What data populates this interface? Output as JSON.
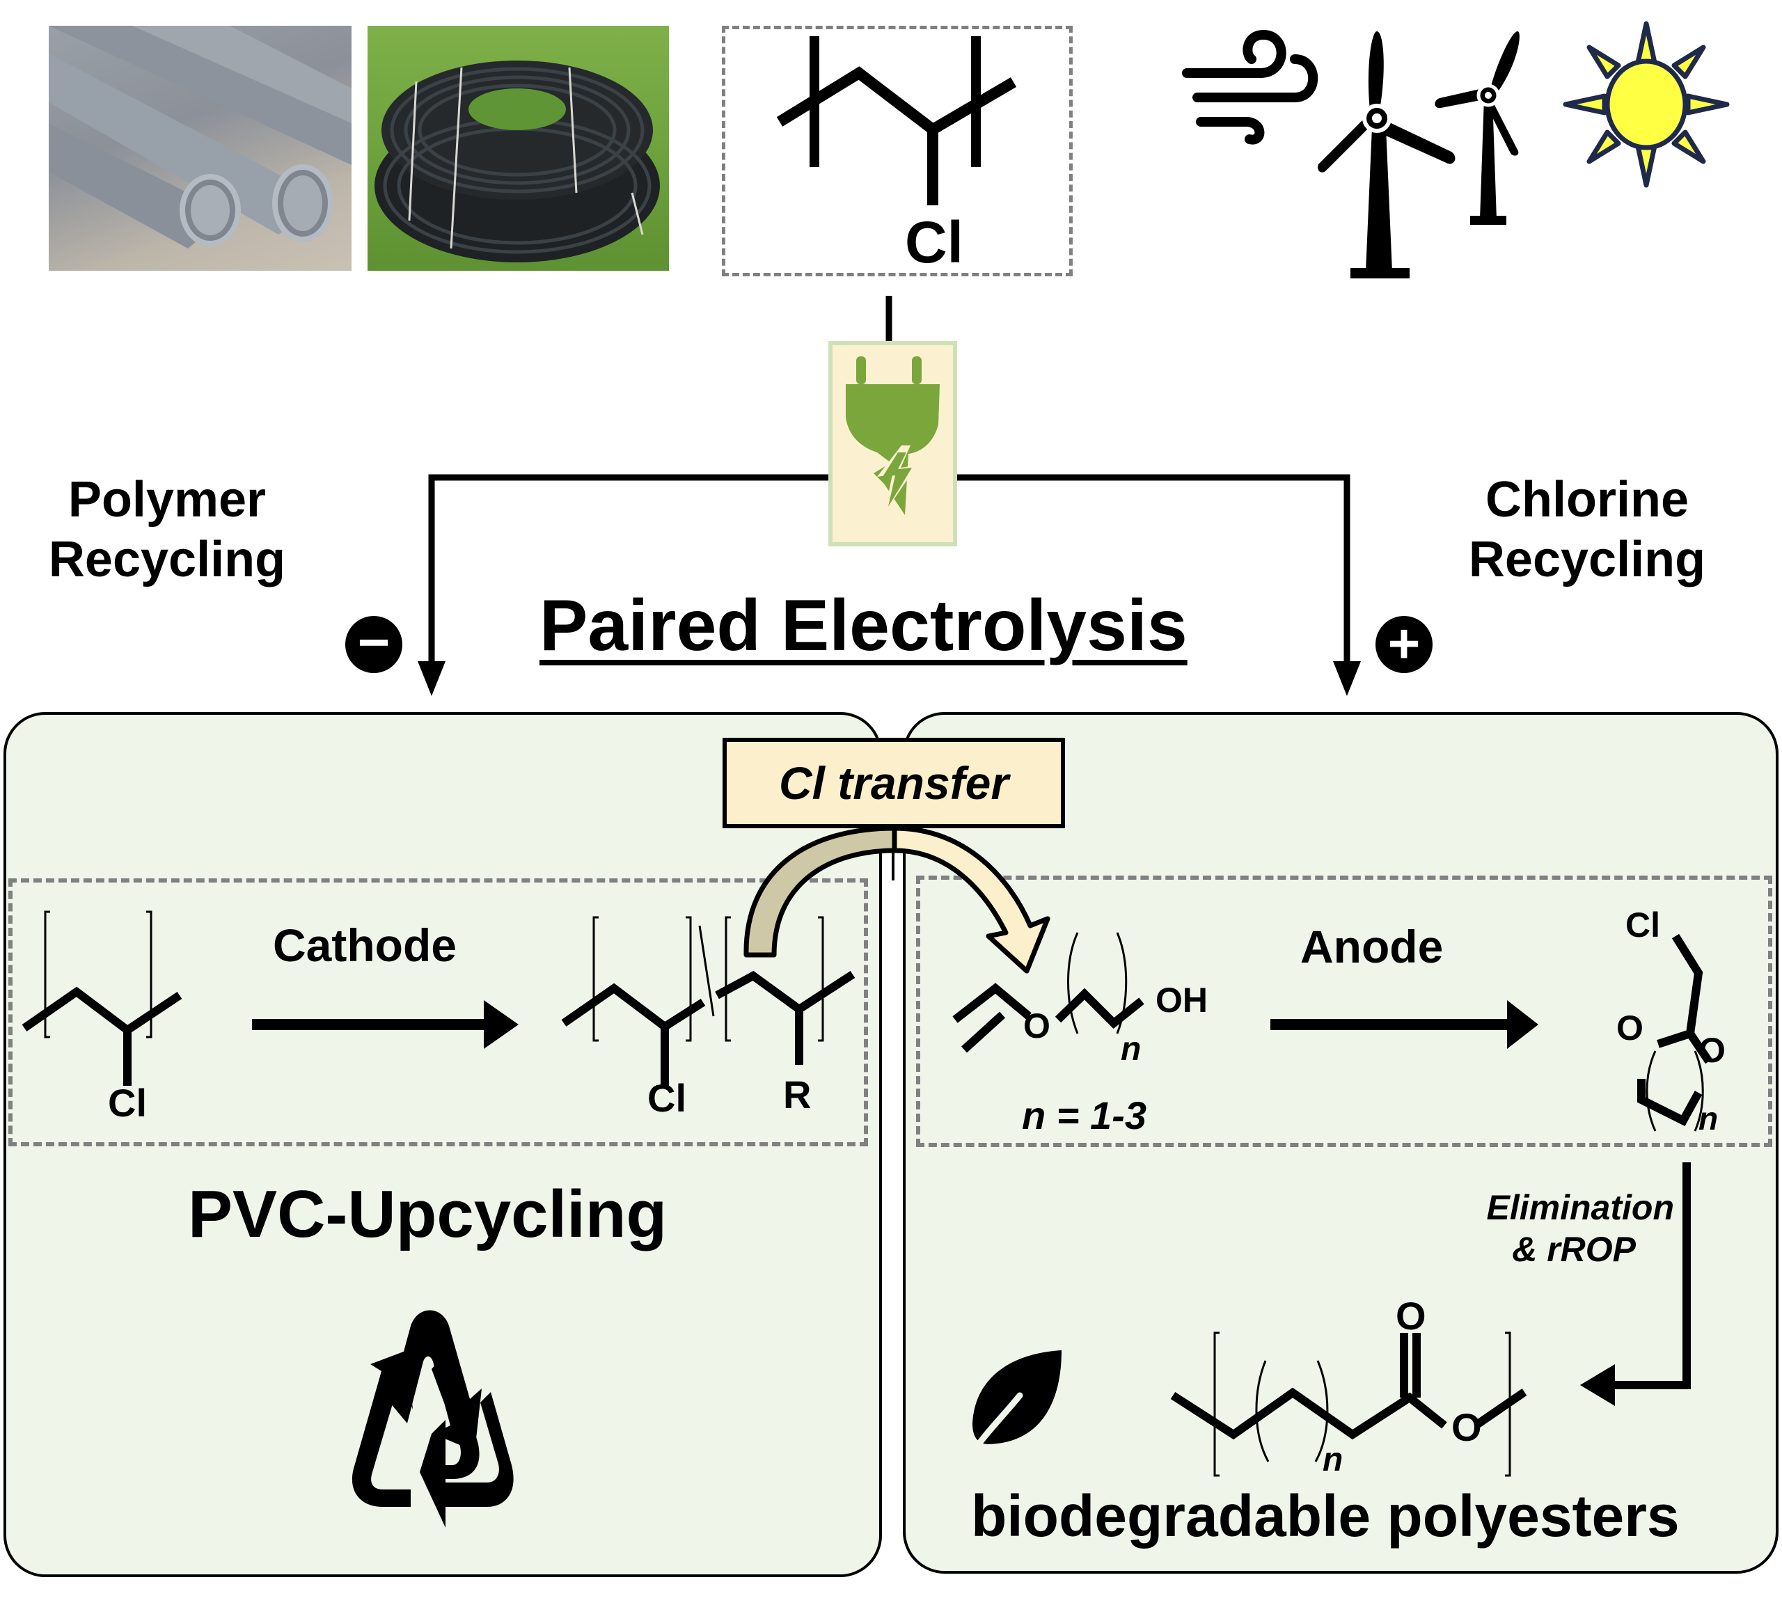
{
  "top": {
    "photos": [
      {
        "label": "PVC pipes photo",
        "subject": "grey-pvc-pipes"
      },
      {
        "label": "PE pipe coil photo",
        "subject": "black-pipe-coil-on-grass"
      }
    ],
    "monomer": {
      "substituent": "Cl"
    },
    "energy_icons": [
      "wind-icon",
      "wind-turbine-icon",
      "wind-turbine-icon",
      "sun-icon"
    ]
  },
  "center": {
    "title": "Paired Electrolysis",
    "power_icon": "plug-icon",
    "left_label": [
      "Polymer",
      "Recycling"
    ],
    "right_label": [
      "Chlorine",
      "Recycling"
    ],
    "minus_sign": "−",
    "plus_sign": "+"
  },
  "cl_transfer": {
    "label": "Cl transfer"
  },
  "left_panel": {
    "step_label": "Cathode",
    "reactant_sub": "Cl",
    "product_sub_1": "Cl",
    "product_sub_2": "R",
    "title": "PVC-Upcycling",
    "icon": "recycle-icon"
  },
  "right_panel": {
    "step_label": "Anode",
    "reactant_oh": "OH",
    "reactant_o": "O",
    "reactant_n": "n",
    "n_range": "n = 1-3",
    "product_cl": "Cl",
    "product_o1": "O",
    "product_o2": "O",
    "product_n": "n",
    "step2_line1": "Elimination",
    "step2_line2": "& rROP",
    "polymer_o_carbonyl": "O",
    "polymer_o_ester": "O",
    "polymer_n": "n",
    "title": "biodegradable polyesters",
    "icon": "leaf-icon"
  },
  "colors": {
    "panel_fill": "#f0f5ea",
    "label_box_fill": "#fbefcc",
    "plug_green": "#7aa63c",
    "plug_box_border": "#cfe0b7",
    "sun_yellow": "#ffff44",
    "sun_outline": "#1f2a4a",
    "arrow_tan": "#cfc8a6",
    "dashed_grey": "#808080"
  }
}
